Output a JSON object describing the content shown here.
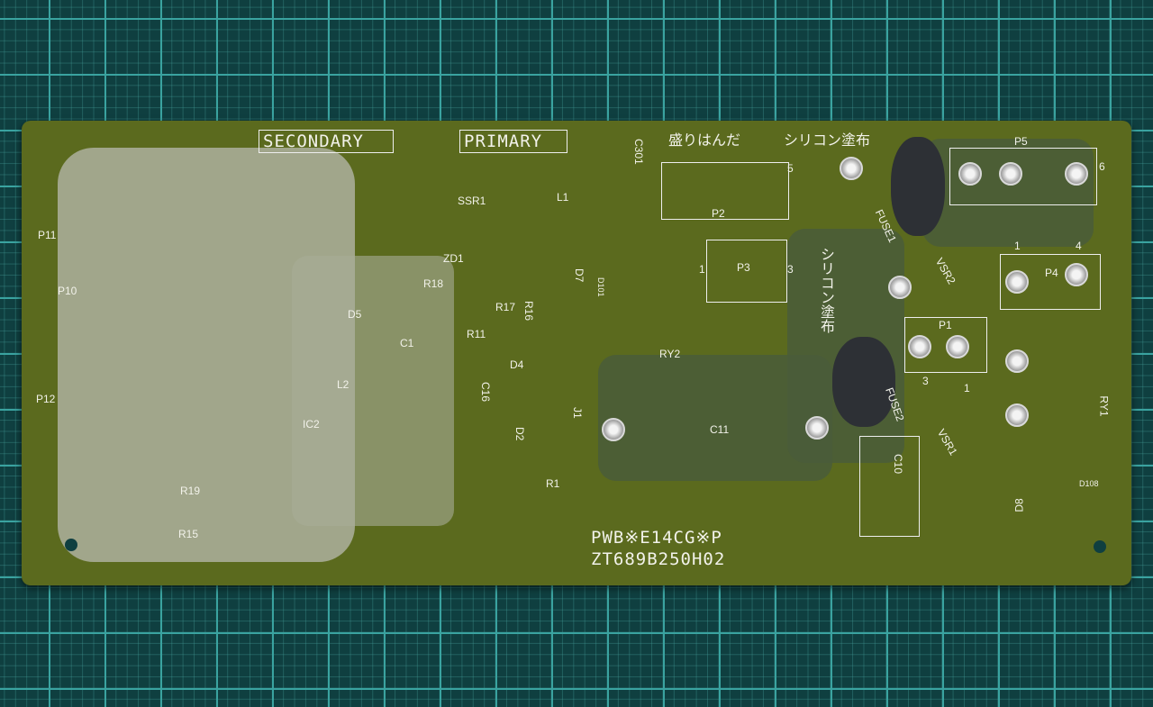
{
  "board": {
    "section_secondary": "SECONDARY",
    "section_primary": "PRIMARY",
    "note_solder": "盛りはんだ",
    "note_silicone_top": "シリコン塗布",
    "note_silicone_side": "シリコン塗布",
    "part_number": "PWB※E14CG※P",
    "model_number": "ZT689B250H02"
  },
  "labels": [
    "P11",
    "P10",
    "P12",
    "SSR1",
    "L1",
    "C301",
    "P2",
    "P3",
    "P5",
    "P4",
    "P1",
    "FUSE1",
    "FUSE2",
    "VSR2",
    "VSR1",
    "RY1",
    "RY2",
    "ZD1",
    "R18",
    "R17",
    "R16",
    "D5",
    "C1",
    "R11",
    "L2",
    "D4",
    "C16",
    "D2",
    "J1",
    "C11",
    "C10",
    "IC2",
    "R1",
    "D7",
    "D101",
    "D8",
    "D108",
    "R19",
    "R15"
  ],
  "pins": [
    "5",
    "1",
    "3",
    "6",
    "1",
    "4",
    "3",
    "1"
  ],
  "colors": {
    "board": "#5b6a1e",
    "mat": "#0f3f40",
    "grid": "#3aa3a0",
    "silk": "#f2f2ea"
  }
}
